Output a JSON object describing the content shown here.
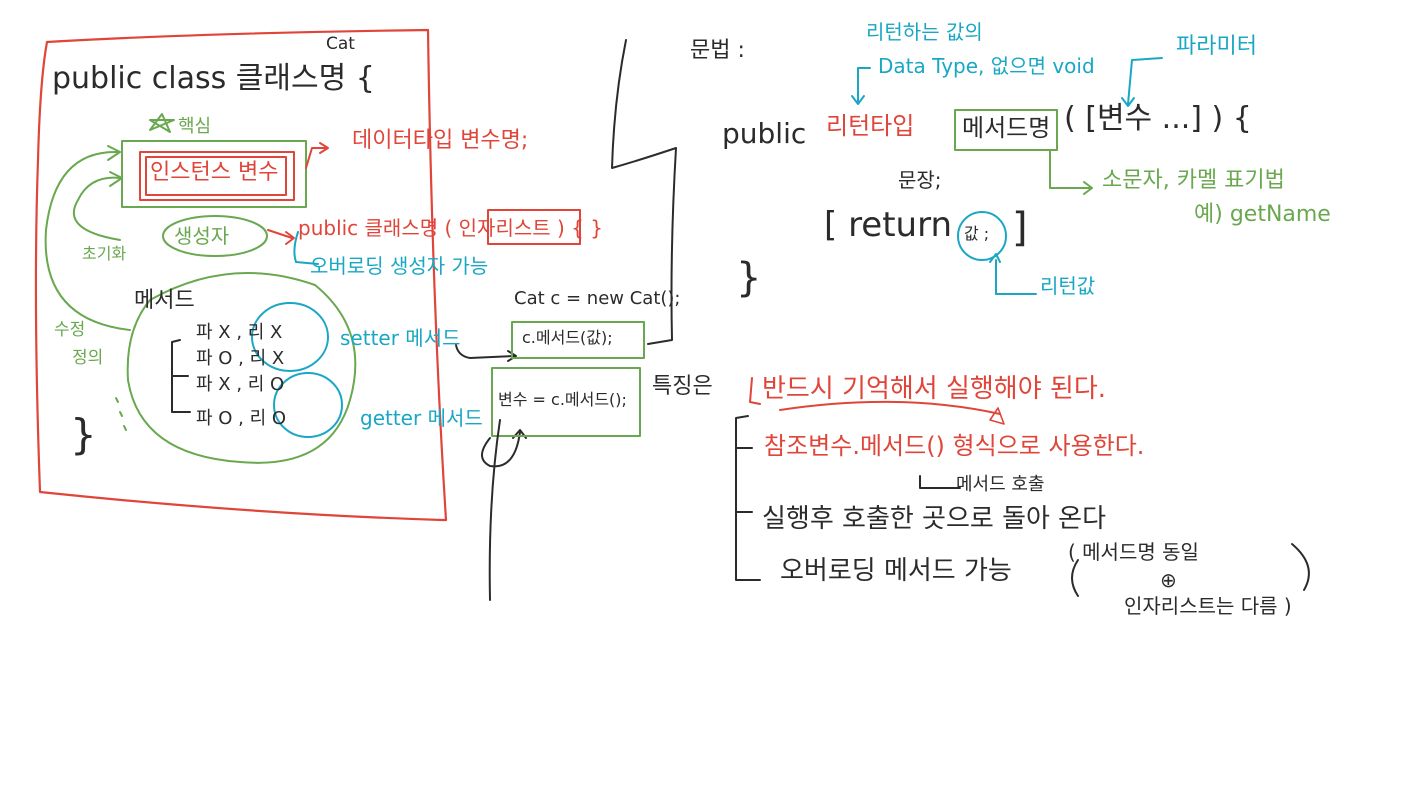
{
  "colors": {
    "ink": "#2b2b2b",
    "red": "#e0453a",
    "green": "#6aa84f",
    "blue": "#1aa7c4"
  },
  "class_block": {
    "cat_label": "Cat",
    "class_decl": "public class 클래스명 {",
    "star_label": "핵심",
    "field_label": "인스턴스 변수",
    "field_note": "데이터타입 변수명;",
    "constructor_label": "생성자",
    "constructor_note": "public 클래스명 ( 인자리스트 ) { }",
    "constructor_overload": "오버로딩 생성자 가능",
    "init_note": "초기화",
    "modify_note_1": "수정",
    "modify_note_2": "정의",
    "method_label": "메서드",
    "method_rows": [
      "파 X , 리 X",
      "파 O , 리 X",
      "파 X , 리 O",
      "파 O , 리 O"
    ],
    "setter_label": "setter 메서드",
    "getter_label": "getter 메서드",
    "close_brace": "}"
  },
  "usage": {
    "new_stmt": "Cat c = new Cat();",
    "call_setter": "c.메서드(값);",
    "call_getter": "변수 = c.메서드();"
  },
  "syntax": {
    "title": "문법 :",
    "return_note_line1": "리턴하는 값의",
    "return_note_line2": "Data Type, 없으면 void",
    "param_note": "파라미터",
    "public_kw": "public",
    "return_type": "리턴타입",
    "method_name": "메서드명",
    "params": "( [변수 ...] ) {",
    "statement": "문장;",
    "return_stmt": "[ return",
    "return_value": "값 ;",
    "return_close": "]",
    "close_brace": "}",
    "naming_note": "소문자, 카멜 표기법",
    "example_note": "예) getName",
    "return_value_note": "리턴값"
  },
  "features": {
    "title": "특징은",
    "line1": "반드시 기억해서 실행해야 된다.",
    "line2": "참조변수.메서드() 형식으로 사용한다.",
    "line2_note": "메서드 호출",
    "line3": "실행후 호출한 곳으로 돌아 온다",
    "line4": "오버로딩 메서드 가능",
    "line4_paren_1": "( 메서드명 동일",
    "line4_plus": "⊕",
    "line4_paren_2": "인자리스트는 다름 )"
  }
}
